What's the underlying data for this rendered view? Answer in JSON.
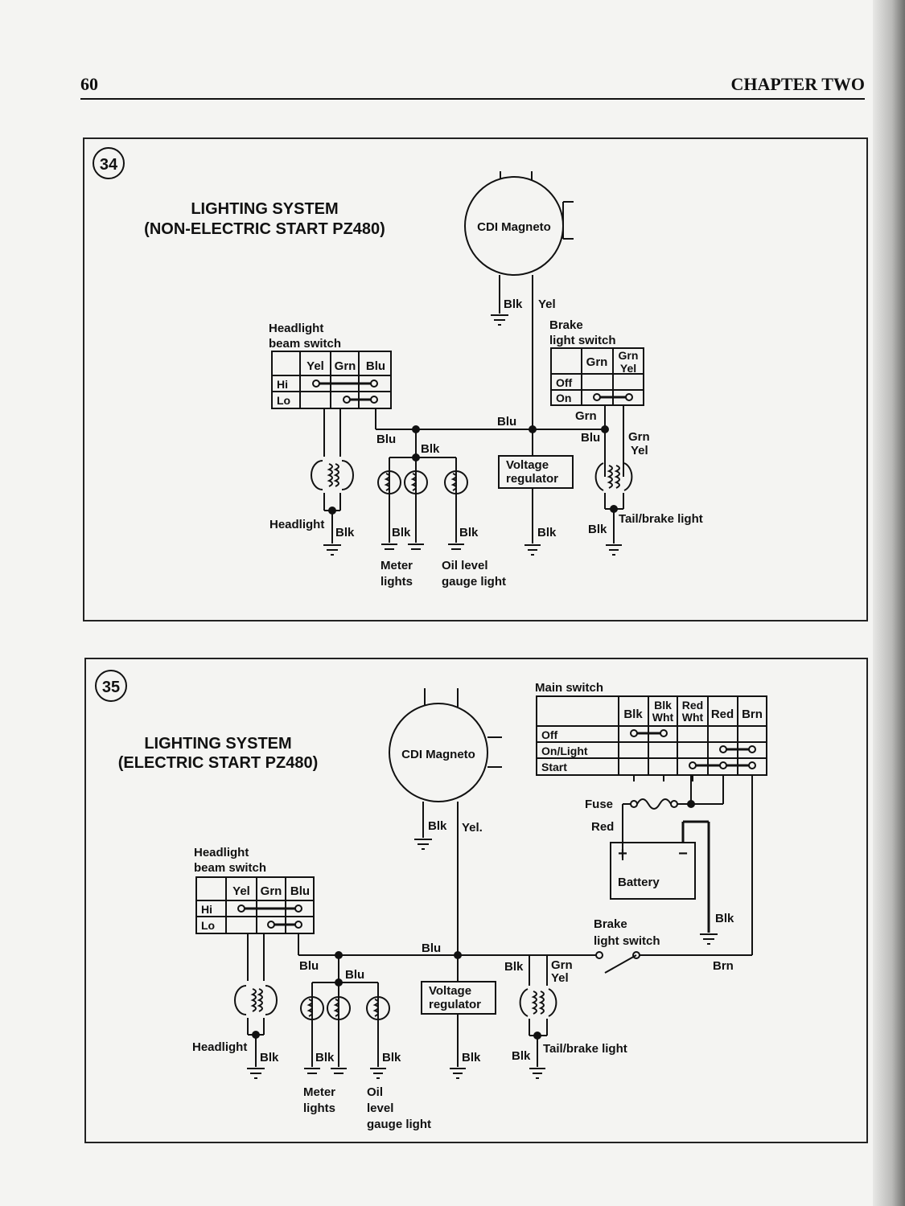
{
  "header": {
    "page_number": "60",
    "chapter": "CHAPTER TWO"
  },
  "fig34": {
    "number": "34",
    "title_line1": "LIGHTING SYSTEM",
    "title_line2": "(NON-ELECTRIC START PZ480)",
    "magneto": "CDI Magneto",
    "headlight_switch": {
      "label_line1": "Headlight",
      "label_line2": "beam switch",
      "columns": [
        "Yel",
        "Grn",
        "Blu"
      ],
      "rows": [
        "Hi",
        "Lo"
      ]
    },
    "brake_switch": {
      "label_line1": "Brake",
      "label_line2": "light switch",
      "col1": "Grn",
      "col2_line1": "Grn",
      "col2_line2": "Yel",
      "rows": [
        "Off",
        "On"
      ]
    },
    "regulator_line1": "Voltage",
    "regulator_line2": "regulator",
    "wires": {
      "blk": "Blk",
      "yel": "Yel",
      "blu": "Blu",
      "grn": "Grn",
      "yel2": "Yel"
    },
    "headlight": "Headlight",
    "meter_line1": "Meter",
    "meter_line2": "lights",
    "oil_line1": "Oil level",
    "oil_line2": "gauge light",
    "tail": "Tail/brake light"
  },
  "fig35": {
    "number": "35",
    "title_line1": "LIGHTING SYSTEM",
    "title_line2": "(ELECTRIC START PZ480)",
    "magneto": "CDI Magneto",
    "main_switch": {
      "label": "Main switch",
      "col_blk": "Blk",
      "col_blkwht_1": "Blk",
      "col_blkwht_2": "Wht",
      "col_redwht_1": "Red",
      "col_redwht_2": "Wht",
      "col_red": "Red",
      "col_brn": "Brn",
      "rows": [
        "Off",
        "On/Light",
        "Start"
      ]
    },
    "fuse": "Fuse",
    "red": "Red",
    "battery": "Battery",
    "plus": "+",
    "minus": "−",
    "headlight_switch": {
      "label_line1": "Headlight",
      "label_line2": "beam switch",
      "columns": [
        "Yel",
        "Grn",
        "Blu"
      ],
      "rows": [
        "Hi",
        "Lo"
      ]
    },
    "brake_switch_line1": "Brake",
    "brake_switch_line2": "light switch",
    "regulator_line1": "Voltage",
    "regulator_line2": "regulator",
    "wires": {
      "blk": "Blk",
      "yel": "Yel.",
      "blu": "Blu",
      "grn": "Grn",
      "yel2": "Yel",
      "brn": "Brn"
    },
    "headlight": "Headlight",
    "meter_line1": "Meter",
    "meter_line2": "lights",
    "oil_line1": "Oil",
    "oil_line2": "level",
    "oil_line3": "gauge light",
    "tail": "Tail/brake light"
  }
}
